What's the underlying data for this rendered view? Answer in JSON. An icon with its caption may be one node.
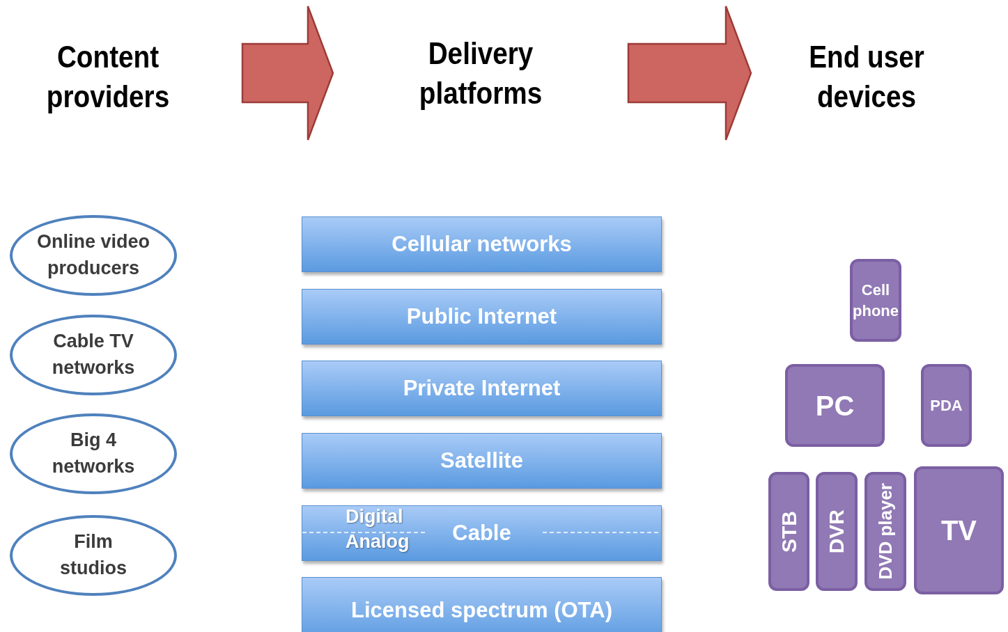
{
  "diagram": {
    "nodes": [
      {
        "text": [
          "Content providers"
        ]
      },
      {
        "text": [
          "Delivery platforms"
        ]
      },
      {
        "text": [
          "End user devices"
        ]
      },
      {
        "text": [
          "Online video producers"
        ]
      },
      {
        "text": [
          "Cable TV networks"
        ]
      },
      {
        "text": [
          "Big 4 networks"
        ]
      },
      {
        "text": [
          "Film studios"
        ]
      },
      {
        "text": [
          "Cellular networks"
        ]
      },
      {
        "text": [
          "Public Internet"
        ]
      },
      {
        "text": [
          "Private Internet"
        ]
      },
      {
        "text": [
          "Satellite"
        ]
      },
      {
        "text": [
          "Cable",
          "Digital",
          "Analog"
        ]
      },
      {
        "text": [
          "Licensed spectrum (OTA)"
        ]
      },
      {
        "text": [
          "Cell phone"
        ]
      },
      {
        "text": [
          "PC"
        ]
      },
      {
        "text": [
          "PDA"
        ]
      },
      {
        "text": [
          "STB"
        ]
      },
      {
        "text": [
          "DVR"
        ]
      },
      {
        "text": [
          "DVD player"
        ]
      },
      {
        "text": [
          "TV"
        ]
      }
    ],
    "edges": [
      {
        "from": 0,
        "to": 1,
        "arrow": "to"
      },
      {
        "from": 1,
        "to": 2,
        "arrow": "to"
      }
    ]
  }
}
